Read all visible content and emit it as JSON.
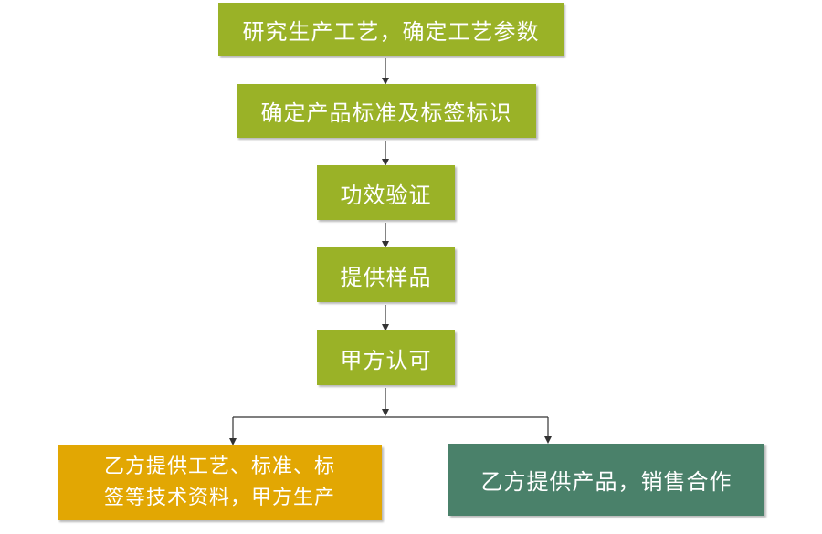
{
  "flowchart": {
    "steps": [
      {
        "label": "研究生产工艺，确定工艺参数"
      },
      {
        "label": "确定产品标准及标签标识"
      },
      {
        "label": "功效验证"
      },
      {
        "label": "提供样品"
      },
      {
        "label": "甲方认可"
      }
    ],
    "branches": [
      {
        "line1": "乙方提供工艺、标准、标",
        "line2": "签等技术资料，甲方生产"
      },
      {
        "label": "乙方提供产品，销售合作"
      }
    ]
  },
  "colors": {
    "step_fill": "#9ab227",
    "branch_left_fill": "#e2a703",
    "branch_right_fill": "#4a816a",
    "text": "#ffffff",
    "connector": "#333333"
  }
}
